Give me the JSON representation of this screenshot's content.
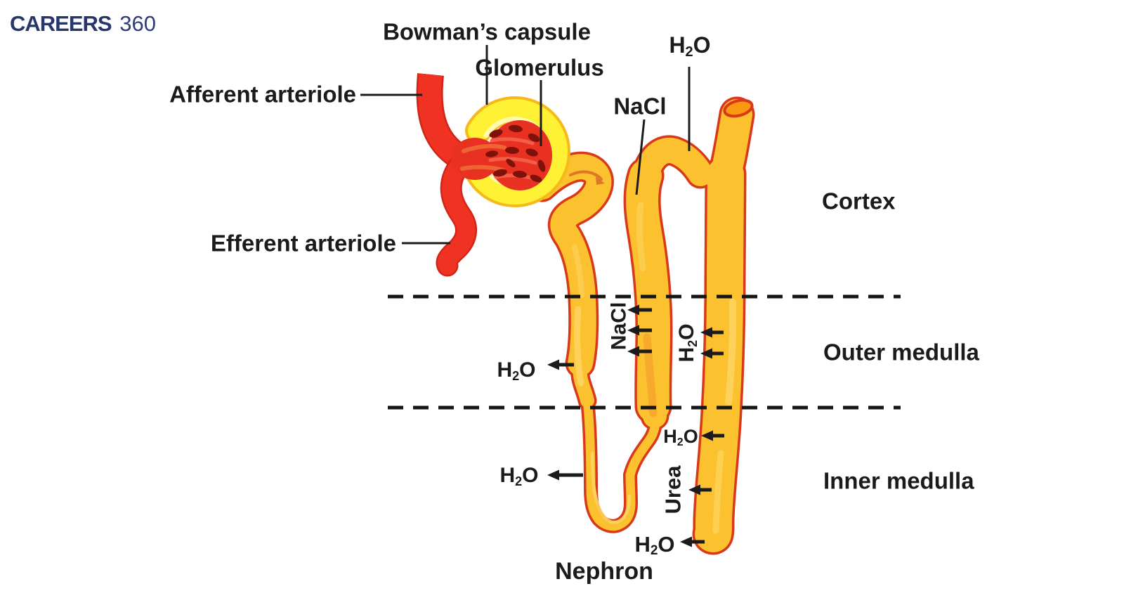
{
  "brand": {
    "primary": "CAREERS",
    "secondary": "360"
  },
  "diagram_title": "Nephron",
  "labels": {
    "bowmans_capsule": "Bowman’s capsule",
    "glomerulus": "Glomerulus",
    "afferent_arteriole": "Afferent arteriole",
    "efferent_arteriole": "Efferent arteriole",
    "nacl": "NaCl",
    "urea": "Urea",
    "h2o": {
      "base": "H",
      "sub": "2",
      "tail": "O"
    }
  },
  "regions": {
    "cortex": "Cortex",
    "outer_medulla": "Outer medulla",
    "inner_medulla": "Inner medulla"
  },
  "colors": {
    "tubule_fill": "#FBC12E",
    "tubule_outline": "#D9391A",
    "capsule_fill": "#FFF235",
    "capsule_outline": "#F5B91B",
    "arteriole_red": "#EF3222",
    "arteriole_dark": "#D02518",
    "glomerulus_red": "#E93122",
    "glomerulus_dot": "#7E120B",
    "flow_arrow": "#E0762A",
    "annotation_text": "#1B1B1B",
    "brand_navy": "#28366E"
  }
}
